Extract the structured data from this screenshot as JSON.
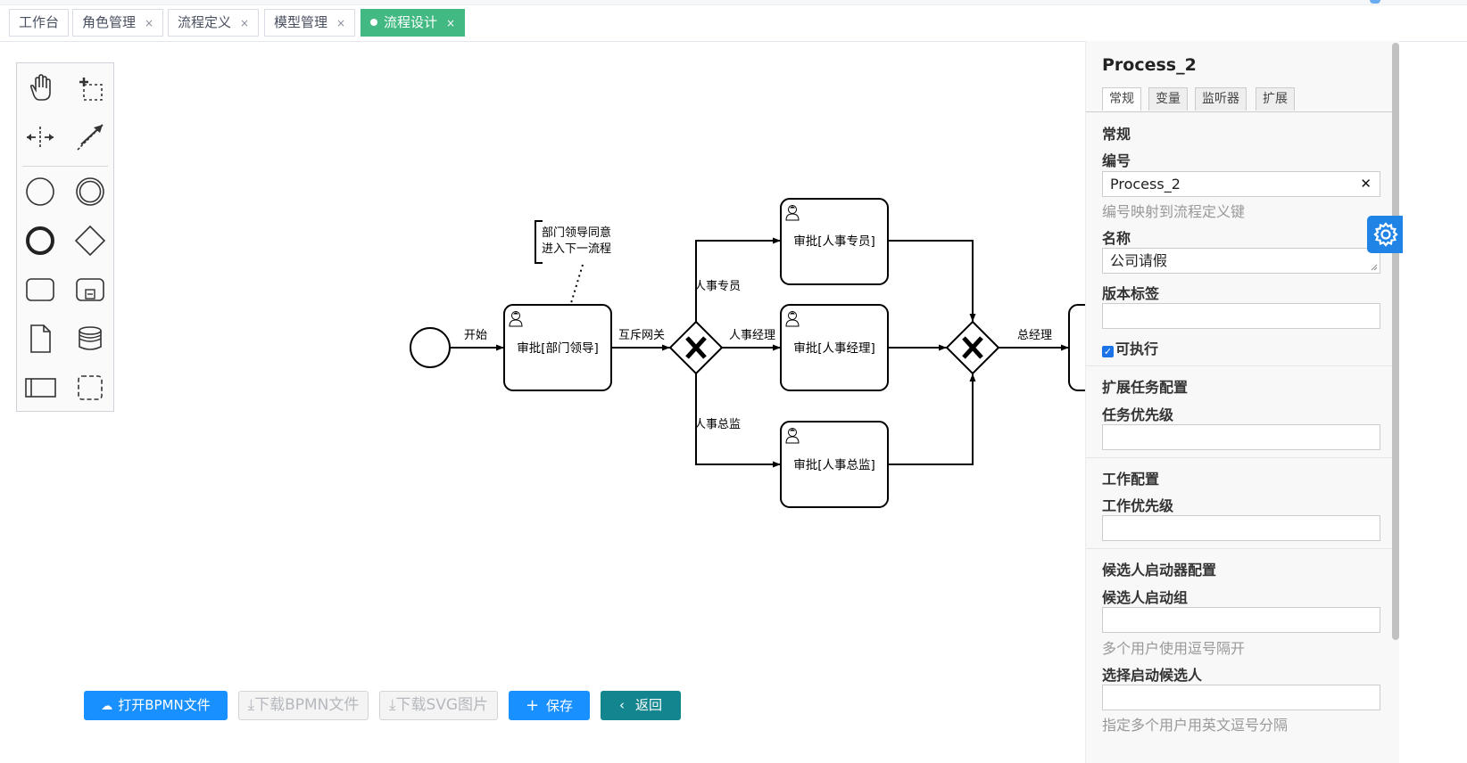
{
  "tabs": [
    {
      "label": "工作台",
      "closable": false,
      "active": false
    },
    {
      "label": "角色管理",
      "closable": true,
      "active": false
    },
    {
      "label": "流程定义",
      "closable": true,
      "active": false
    },
    {
      "label": "模型管理",
      "closable": true,
      "active": false
    },
    {
      "label": "流程设计",
      "closable": true,
      "active": true
    }
  ],
  "tab_close_glyph": "×",
  "palette": [
    "hand-tool-icon",
    "lasso-tool-icon",
    "space-tool-icon",
    "global-connect-tool-icon",
    "start-event-icon",
    "intermediate-event-icon",
    "end-event-icon",
    "gateway-icon",
    "task-icon",
    "subprocess-icon",
    "data-object-icon",
    "data-store-icon",
    "participant-icon",
    "group-icon"
  ],
  "diagram": {
    "annotation": [
      "部门领导同意",
      "进入下一流程"
    ],
    "tasks": {
      "dept_leader": "审批[部门领导]",
      "hr_specialist": "审批[人事专员]",
      "hr_manager": "审批[人事经理]",
      "hr_director": "审批[人事总监]"
    },
    "flows": {
      "start": "开始",
      "xor_gateway": "互斥网关",
      "to_specialist": "人事专员",
      "to_manager": "人事经理",
      "to_director": "人事总监",
      "to_gm": "总经理"
    }
  },
  "panel": {
    "title": "Process_2",
    "tabs": [
      "常规",
      "变量",
      "监听器",
      "扩展"
    ],
    "section_general": "常规",
    "id_label": "编号",
    "id_value": "Process_2",
    "id_hint": "编号映射到流程定义键",
    "name_label": "名称",
    "name_value": "公司请假",
    "version_label": "版本标签",
    "version_value": "",
    "executable_label": "可执行",
    "executable_checked": true,
    "section_task": "扩展任务配置",
    "task_priority_label": "任务优先级",
    "task_priority_value": "",
    "section_job": "工作配置",
    "job_priority_label": "工作优先级",
    "job_priority_value": "",
    "section_starter": "候选人启动器配置",
    "starter_groups_label": "候选人启动组",
    "starter_groups_value": "",
    "starter_groups_hint": "多个用户使用逗号隔开",
    "starter_users_label": "选择启动候选人",
    "starter_users_value": "",
    "starter_users_hint": "指定多个用户用英文逗号分隔"
  },
  "footer": {
    "open_bpmn": "打开BPMN文件",
    "download_bpmn": "下载BPMN文件",
    "download_svg": "下载SVG图片",
    "save": "保存",
    "back": "返回"
  },
  "colors": {
    "active_tab": "#42b983",
    "primary": "#1890ff",
    "back_button": "#13858e",
    "gear_tab": "#1f84e6"
  }
}
